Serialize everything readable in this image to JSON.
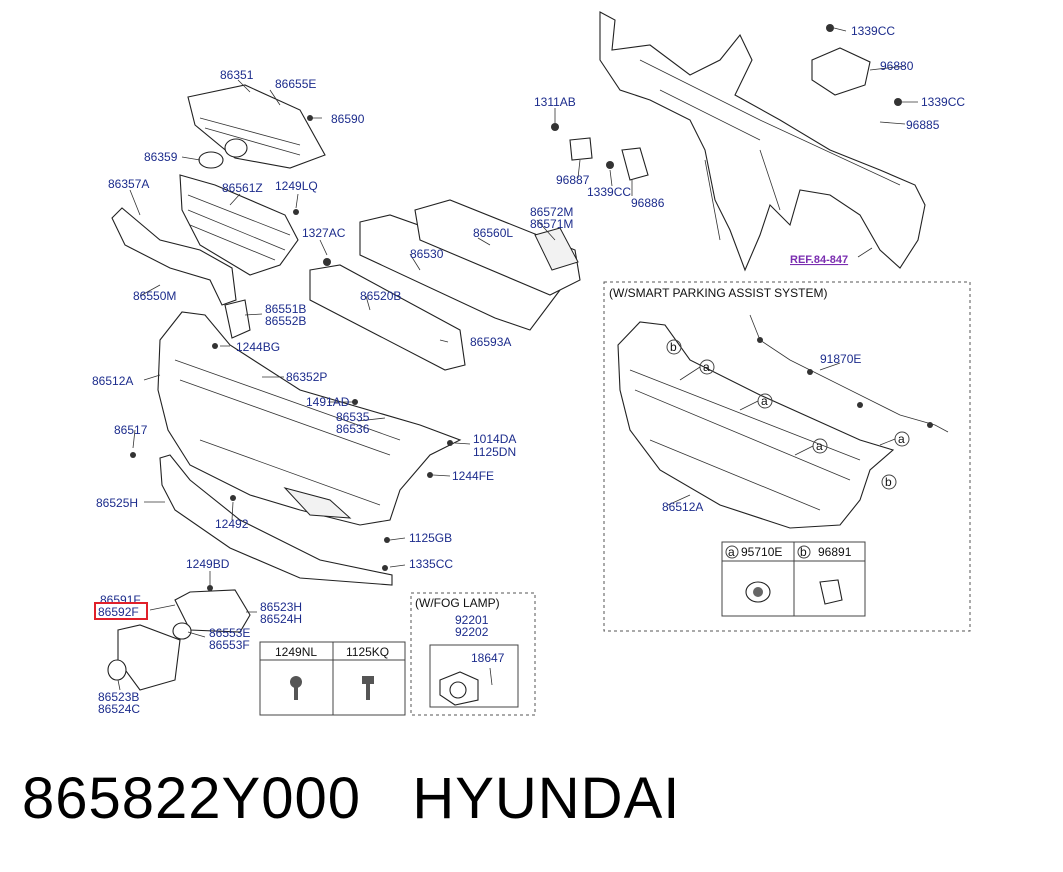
{
  "labels": {
    "l86351": "86351",
    "l86655E": "86655E",
    "l86590": "86590",
    "l86359": "86359",
    "l86357A": "86357A",
    "l86561Z": "86561Z",
    "l1249LQ": "1249LQ",
    "l1327AC": "1327AC",
    "l86530": "86530",
    "l86560L": "86560L",
    "l86572M": "86572M",
    "l86571M": "86571M",
    "l86550M": "86550M",
    "l86520B": "86520B",
    "l86551B": "86551B",
    "l86552B": "86552B",
    "l86593A": "86593A",
    "l1244BG": "1244BG",
    "l86352P": "86352P",
    "l86512A": "86512A",
    "l1491AD": "1491AD",
    "l86535": "86535",
    "l86536": "86536",
    "l86517": "86517",
    "l1014DA": "1014DA",
    "l1125DN": "1125DN",
    "l1244FE": "1244FE",
    "l86525H": "86525H",
    "l12492": "12492",
    "l1125GB": "1125GB",
    "l1335CC": "1335CC",
    "l1249BD": "1249BD",
    "l86591F": "86591F",
    "l86592F": "86592F",
    "l86523H": "86523H",
    "l86524H": "86524H",
    "l86553E": "86553E",
    "l86553F": "86553F",
    "l86523B": "86523B",
    "l86524C": "86524C",
    "l1311AB": "1311AB",
    "l96887": "96887",
    "l1339CC_a": "1339CC",
    "l96886": "96886",
    "l1339CC_b": "1339CC",
    "l96880": "96880",
    "l1339CC_c": "1339CC",
    "l96885": "96885",
    "ref": "REF.84-847",
    "spas_title": "(W/SMART PARKING ASSIST SYSTEM)",
    "l91870E": "91870E",
    "l86512A_spas": "86512A",
    "fog_title": "(W/FOG LAMP)",
    "l92201": "92201",
    "l92202": "92202",
    "l18647": "18647"
  },
  "callouts": {
    "a": "a",
    "b": "b"
  },
  "legend_fasteners": {
    "col1": "1249NL",
    "col2": "1125KQ"
  },
  "legend_sensors": {
    "col1_letter": "a",
    "col1": "95710E",
    "col2_letter": "b",
    "col2": "96891"
  },
  "highlight_color": "#e0202a",
  "label_color": "#1c2c8c",
  "footer": {
    "part_number": "865822Y000",
    "brand": "HYUNDAI"
  }
}
